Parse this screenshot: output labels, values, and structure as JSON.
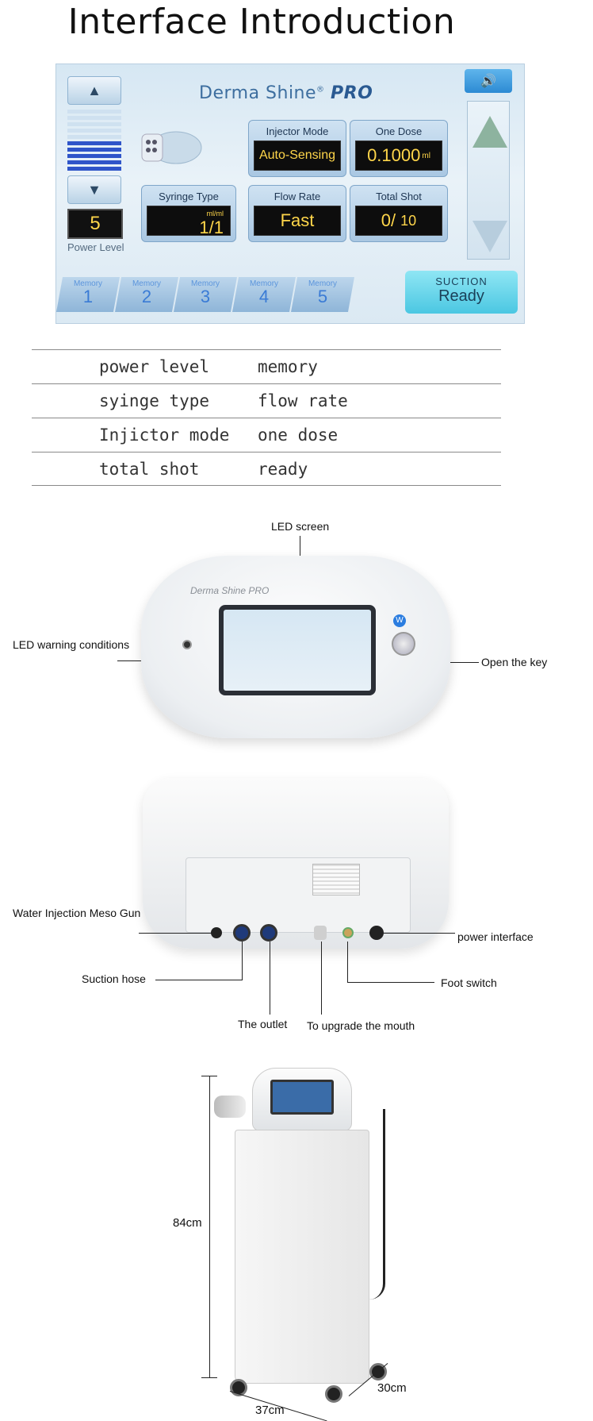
{
  "title": "Interface Introduction",
  "panel": {
    "brand_main": "Derma Shine",
    "brand_reg": "®",
    "brand_pro": "PRO",
    "power_level_value": "5",
    "power_level_label": "Power Level",
    "power_level_fraction": 0.5,
    "injector_mode_label": "Injector Mode",
    "injector_mode_value": "Auto-Sensing",
    "one_dose_label": "One Dose",
    "one_dose_value": "0.1000",
    "one_dose_unit": "ml",
    "syringe_type_label": "Syringe Type",
    "syringe_type_unit": "ml/ml",
    "syringe_type_value": "1/1",
    "flow_rate_label": "Flow Rate",
    "flow_rate_value": "Fast",
    "total_shot_label": "Total Shot",
    "total_shot_value": "0/",
    "total_shot_total": "10",
    "memory_label": "Memory",
    "memories": [
      "1",
      "2",
      "3",
      "4",
      "5"
    ],
    "suction_label": "SUCTION",
    "suction_status": "Ready",
    "icons": {
      "up": "▲",
      "down": "▼",
      "speaker": "🔊"
    }
  },
  "glossary": [
    [
      "power level",
      "memory"
    ],
    [
      "syinge type",
      "flow rate"
    ],
    [
      "Injictor mode",
      "one dose"
    ],
    [
      "total shot",
      "ready"
    ]
  ],
  "front_callouts": {
    "led_screen": "LED screen",
    "led_warning": "LED warning conditions",
    "open_key": "Open the key"
  },
  "front_device": {
    "brand": "Derma Shine PRO",
    "key_icon": "W"
  },
  "back_callouts": {
    "meso_gun": "Water Injection Meso Gun",
    "power_interface": "power interface",
    "suction_hose": "Suction hose",
    "foot_switch": "Foot switch",
    "outlet": "The outlet",
    "upgrade": "To upgrade the mouth"
  },
  "dimensions": {
    "height": "84cm",
    "depth": "30cm",
    "width": "37cm"
  }
}
